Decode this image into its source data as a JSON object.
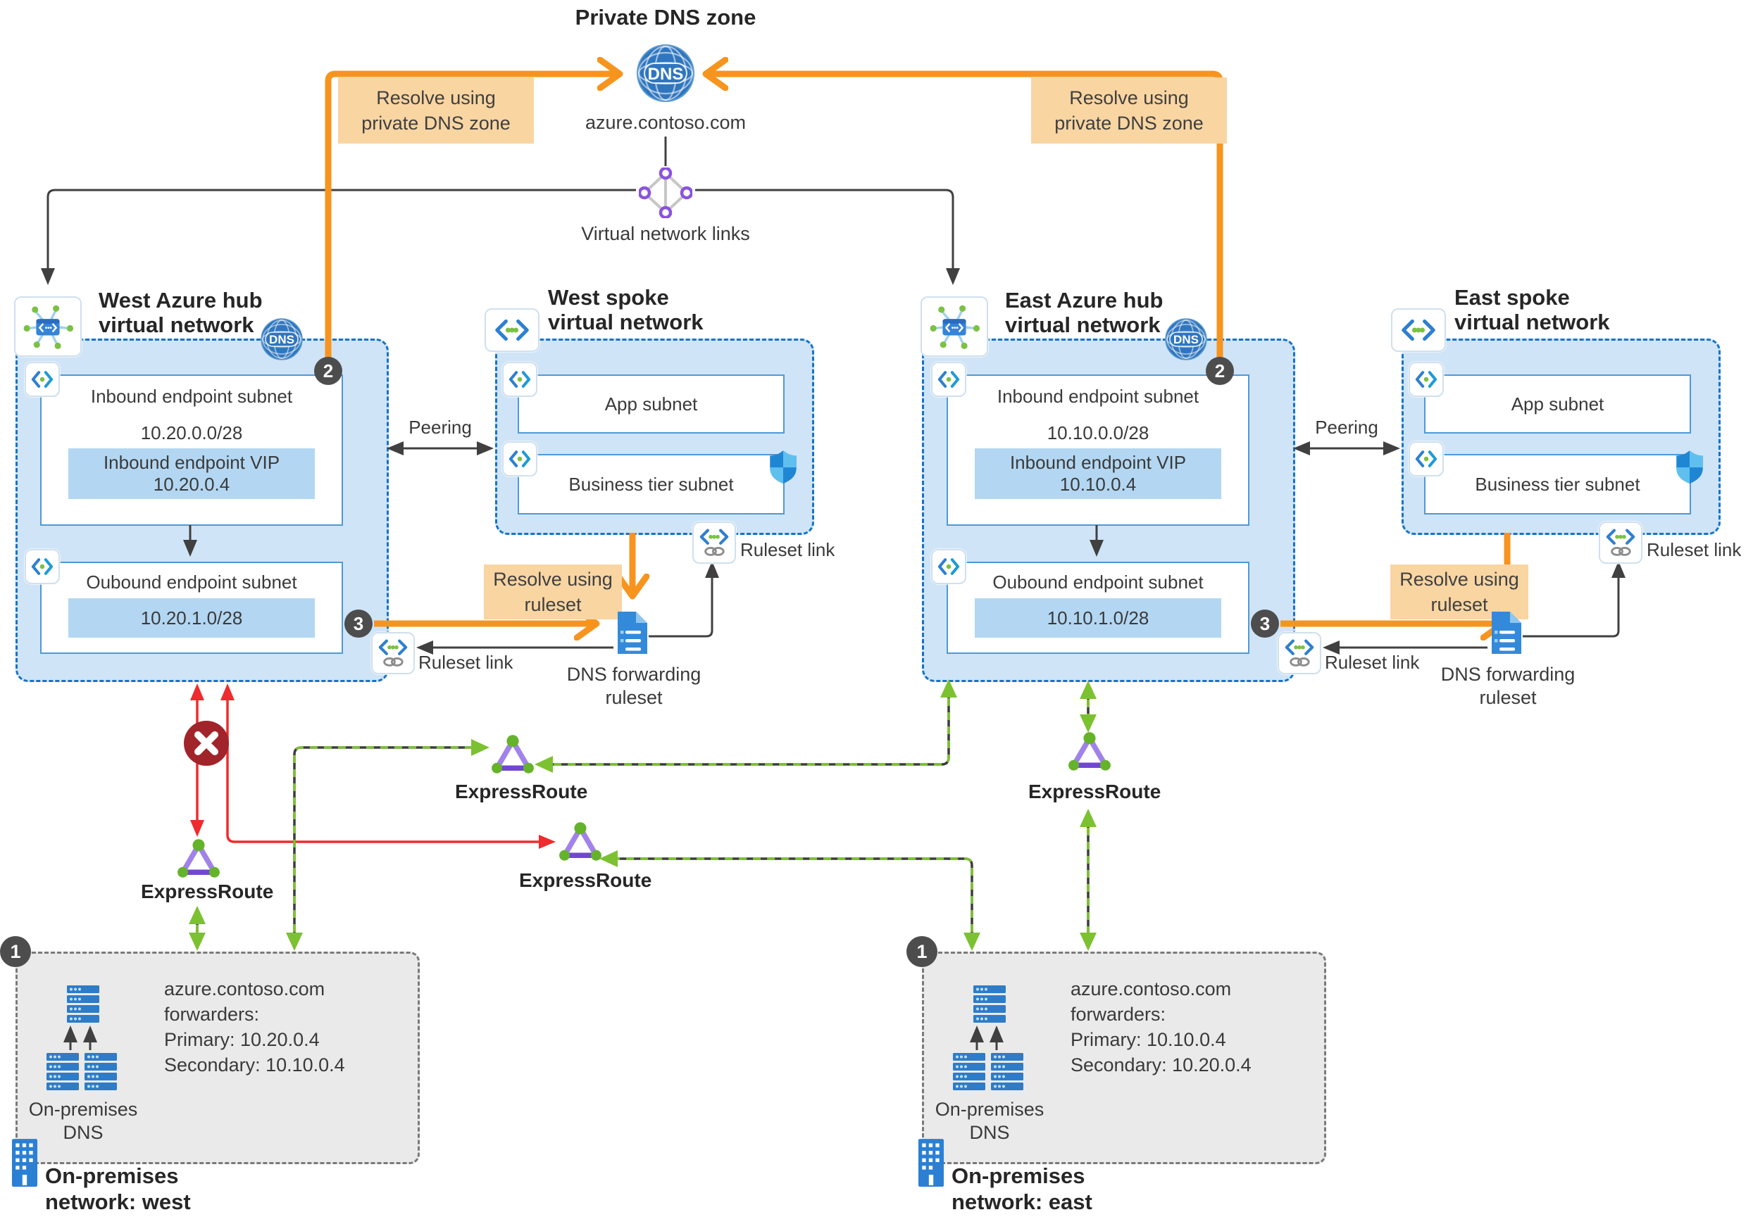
{
  "labels": {
    "private_dns_zone": "Private DNS zone",
    "dns": "DNS",
    "zone_domain": "azure.contoso.com",
    "vnl": "Virtual network links",
    "resolve_private_1": "Resolve using",
    "resolve_private_2": "private DNS zone",
    "resolve_ruleset_1": "Resolve using",
    "resolve_ruleset_2": "ruleset",
    "peering": "Peering",
    "app_subnet": "App subnet",
    "biz_subnet": "Business tier subnet",
    "inbound_subnet": "Inbound endpoint subnet",
    "outbound_subnet": "Oubound endpoint subnet",
    "inbound_vip": "Inbound endpoint VIP",
    "ruleset_link": "Ruleset link",
    "dns_fwd_1": "DNS forwarding",
    "dns_fwd_2": "ruleset",
    "expressroute": "ExpressRoute",
    "onprem_dns_1": "On-premises",
    "onprem_dns_2": "DNS",
    "step1": "1",
    "step2": "2",
    "step3": "3"
  },
  "west": {
    "hub_title_1": "West Azure hub",
    "hub_title_2": "virtual network",
    "spoke_title_1": "West spoke",
    "spoke_title_2": "virtual network",
    "inbound_cidr": "10.20.0.0/28",
    "vip": "10.20.0.4",
    "outbound_cidr": "10.20.1.0/28",
    "fwd_domain": "azure.contoso.com",
    "fwd_label": "forwarders:",
    "fwd_primary": "Primary: 10.20.0.4",
    "fwd_secondary": "Secondary: 10.10.0.4",
    "net_label_1": "On-premises",
    "net_label_2": "network: west"
  },
  "east": {
    "hub_title_1": "East Azure hub",
    "hub_title_2": "virtual network",
    "spoke_title_1": "East spoke",
    "spoke_title_2": "virtual network",
    "inbound_cidr": "10.10.0.0/28",
    "vip": "10.10.0.4",
    "outbound_cidr": "10.10.1.0/28",
    "fwd_domain": "azure.contoso.com",
    "fwd_label": "forwarders:",
    "fwd_primary": "Primary: 10.10.0.4",
    "fwd_secondary": "Secondary: 10.20.0.4",
    "net_label_1": "On-premises",
    "net_label_2": "network: east"
  },
  "colors": {
    "orange": "#f7941e",
    "tan_label": "#f9d5a2",
    "hub_fill": "#cfe4f7",
    "hub_border": "#1473c9",
    "badge_gray": "#4d4d4d",
    "red_line": "#ee2b2e",
    "red_x": "#a1242a",
    "green_dash": "#7cc131",
    "black_line": "#404040",
    "azure_blue": "#2e7fd0"
  }
}
